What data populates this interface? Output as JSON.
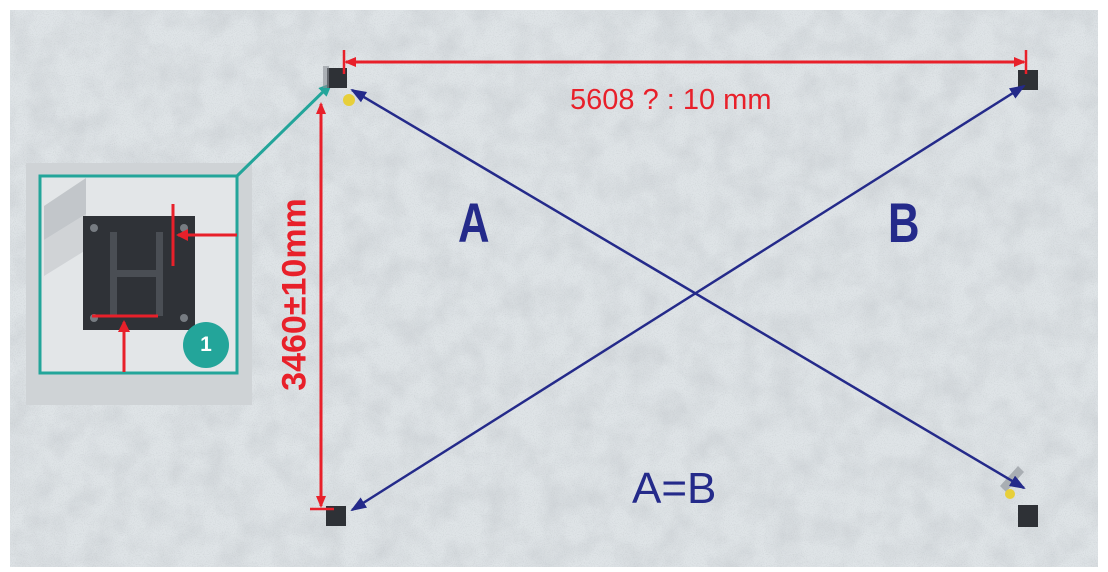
{
  "title": "Anchor plate layout",
  "width_dimension": "5608 ? : 10 mm",
  "height_dimension": "3460±10mm",
  "diagonal_a": "A",
  "diagonal_b": "B",
  "equality_note": "A=B",
  "detail_badge": "1",
  "colors": {
    "dimension": "#e8202a",
    "diagonal": "#242a8a",
    "detail_frame": "#23a59a",
    "concrete": "#dfe4e7",
    "plate": "#2f3237"
  },
  "icons": [
    "anchor-plate-icon",
    "detail-badge-icon"
  ]
}
